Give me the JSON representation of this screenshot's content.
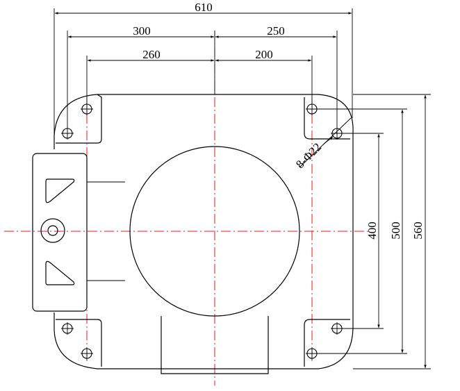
{
  "dimensions": {
    "overall_width": "610",
    "half_outer_left": "300",
    "half_outer_right": "250",
    "half_inner_left": "260",
    "half_inner_right": "200",
    "height_inner": "400",
    "height_outer": "500",
    "height_overall": "560",
    "hole_callout": "8-Φ22"
  },
  "colors": {
    "outline": "#000000",
    "centerline": "#e0191d"
  }
}
